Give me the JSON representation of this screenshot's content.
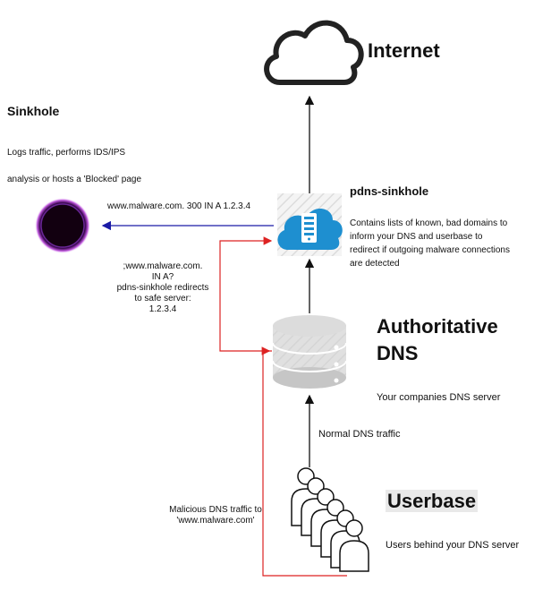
{
  "internet": {
    "title": "Internet"
  },
  "sinkhole": {
    "title": "Sinkhole",
    "desc_line1": "Logs traffic, performs IDS/IPS",
    "desc_line2": "analysis or hosts a 'Blocked' page"
  },
  "pdns": {
    "title": "pdns-sinkhole",
    "desc": [
      "Contains lists of known, bad domains to",
      "inform your DNS and userbase to",
      "redirect if outgoing malware connections",
      "are detected"
    ]
  },
  "redirect_label": "www.malware.com. 300 IN A 1.2.3.4",
  "query_note": [
    ";www.malware.com.",
    "IN A?",
    "pdns-sinkhole redirects",
    "to safe server:",
    "1.2.3.4"
  ],
  "auth_dns": {
    "title_line1": "Authoritative",
    "title_line2": "DNS",
    "desc": "Your companies DNS server"
  },
  "normal_traffic": "Normal DNS traffic",
  "userbase": {
    "title": "Userbase",
    "desc": "Users behind your DNS server"
  },
  "malicious_note": [
    "Malicious DNS traffic to",
    "'www.malware.com'"
  ],
  "colors": {
    "red_path": "#dd2222",
    "blue_path": "#1a1aa6",
    "cloud_blue": "#1e8fd0",
    "server_gray": "#c8c8c8"
  }
}
